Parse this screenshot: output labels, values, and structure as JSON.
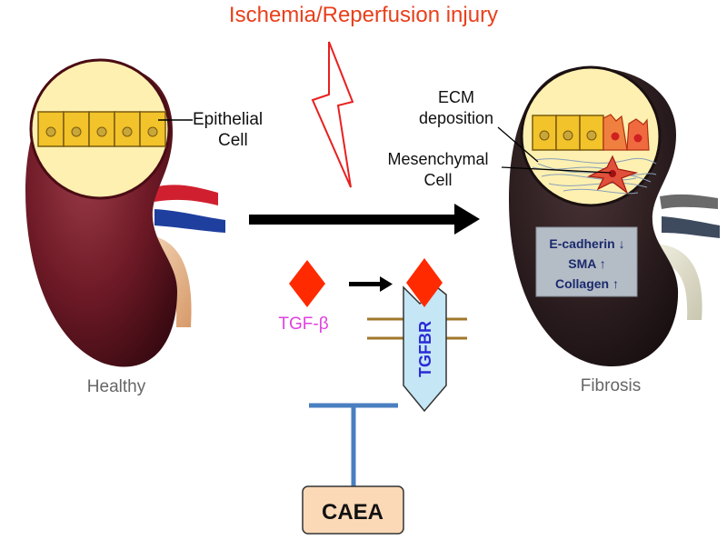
{
  "title": "Ischemia/Reperfusion injury",
  "labels": {
    "epithelial_line1": "Epithelial",
    "epithelial_line2": "Cell",
    "ecm_line1": "ECM",
    "ecm_line2": "deposition",
    "mesenchymal_line1": "Mesenchymal",
    "mesenchymal_line2": "Cell",
    "healthy": "Healthy",
    "fibrosis": "Fibrosis",
    "tgf_beta": "TGF-β",
    "receptor": "TGFBR",
    "drug": "CAEA"
  },
  "markers": [
    "E-cadherin ↓",
    "SMA ↑",
    "Collagen ↑"
  ],
  "colors": {
    "title": "#e8401c",
    "healthy_kidney": "#6e1a26",
    "fibrosis_kidney": "#2a1c1e",
    "cell_fill": "#f2c32a",
    "nucleus": "#c8a63a",
    "tgf_ligand": "#ff2a00",
    "tgf_label": "#e040e0",
    "receptor_fill": "#c4e6f5",
    "receptor_label": "#2b2bd6",
    "membrane": "#a0782a",
    "inhibition": "#4a7fc1",
    "drug_box": "#fcd9b6",
    "marker_box": "#b4bcc6",
    "marker_text": "#1a2a6c"
  }
}
